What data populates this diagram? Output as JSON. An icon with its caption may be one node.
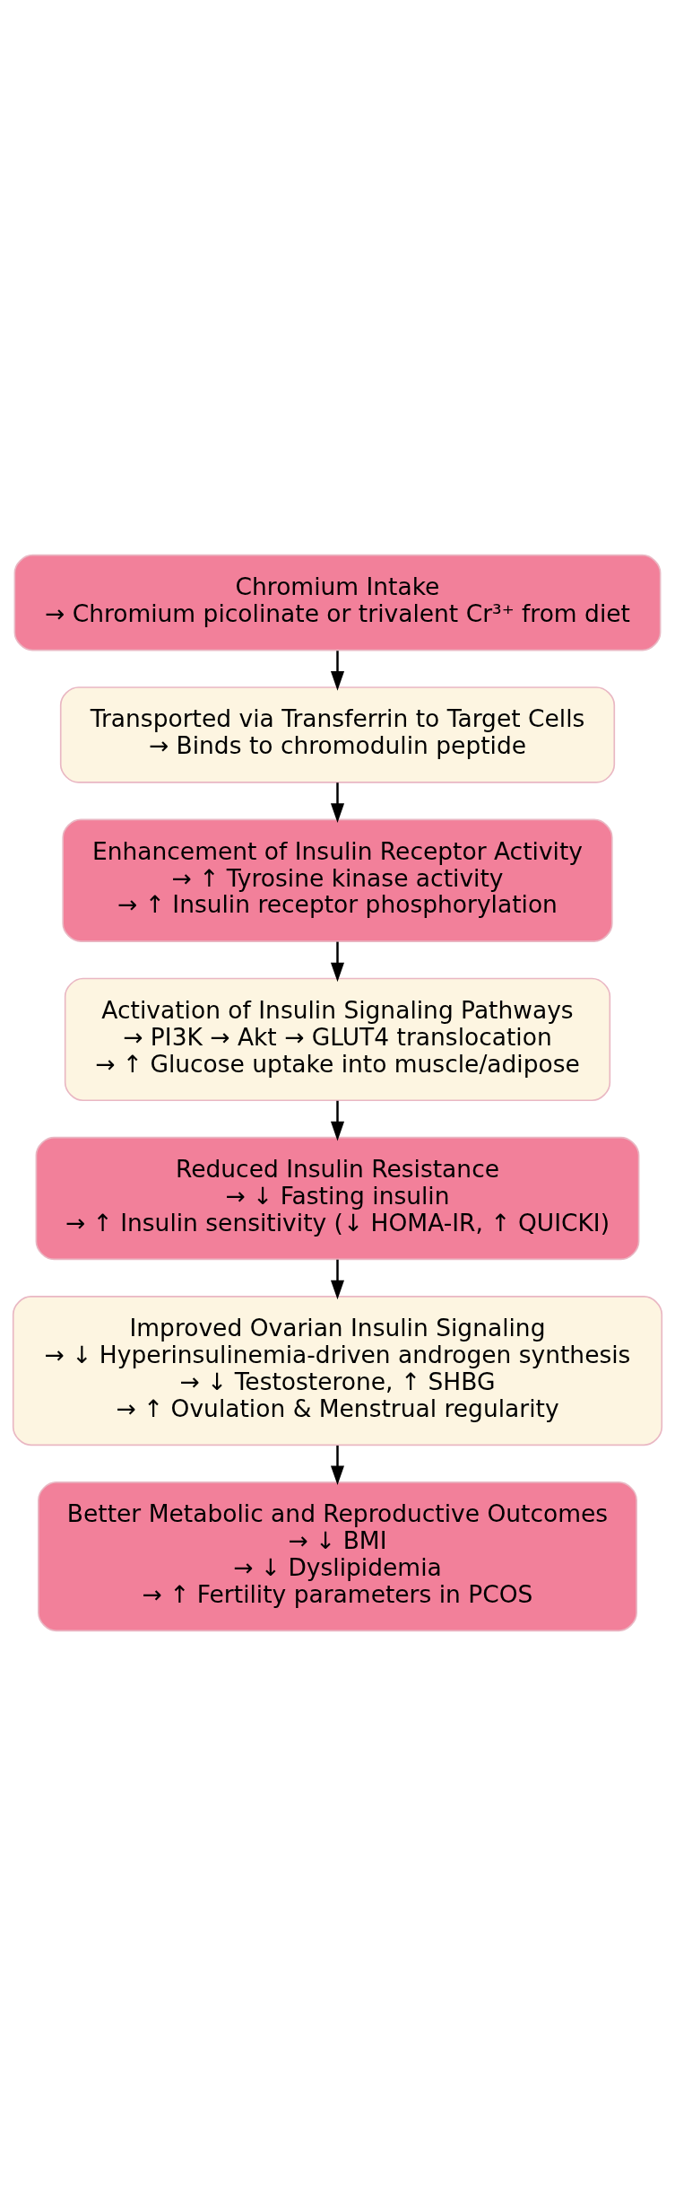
{
  "diagram": {
    "nodes": [
      {
        "text": [
          "Chromium Intake",
          "→ Chromium picolinate or trivalent Cr³⁺ from diet"
        ]
      },
      {
        "text": [
          "Transported via Transferrin to Target Cells",
          "→ Binds to chromodulin peptide"
        ]
      },
      {
        "text": [
          "Enhancement of Insulin Receptor Activity",
          "→ ↑ Tyrosine kinase activity",
          "→ ↑ Insulin receptor phosphorylation"
        ]
      },
      {
        "text": [
          "Activation of Insulin Signaling Pathways",
          "→ PI3K → Akt → GLUT4 translocation",
          "→ ↑ Glucose uptake into muscle/adipose"
        ]
      },
      {
        "text": [
          "Reduced Insulin Resistance",
          "→ ↓ Fasting insulin",
          "→ ↑ Insulin sensitivity (↓ HOMA-IR, ↑ QUICKI)"
        ]
      },
      {
        "text": [
          "Improved Ovarian Insulin Signaling",
          "→ ↓ Hyperinsulinemia-driven androgen synthesis",
          "→ ↓ Testosterone, ↑ SHBG",
          "→ ↑ Ovulation & Menstrual regularity"
        ]
      },
      {
        "text": [
          "Better Metabolic and Reproductive Outcomes",
          "→ ↓ BMI",
          "→ ↓ Dyslipidemia",
          "→ ↑ Fertility parameters in PCOS"
        ]
      }
    ],
    "edges": [
      {
        "from": 0,
        "to": 1,
        "arrow": "to"
      },
      {
        "from": 1,
        "to": 2,
        "arrow": "to"
      },
      {
        "from": 2,
        "to": 3,
        "arrow": "to"
      },
      {
        "from": 3,
        "to": 4,
        "arrow": "to"
      },
      {
        "from": 4,
        "to": 5,
        "arrow": "to"
      },
      {
        "from": 5,
        "to": 6,
        "arrow": "to"
      }
    ]
  }
}
